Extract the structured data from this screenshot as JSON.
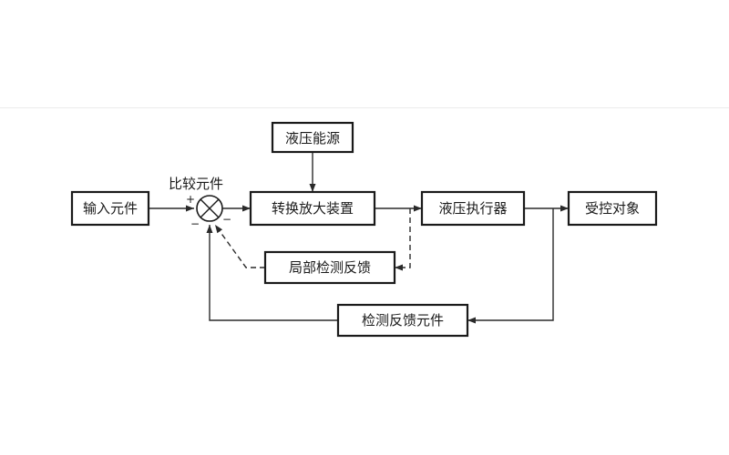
{
  "diagram": {
    "blocks": {
      "input": "输入元件",
      "converter": "转换放大装置",
      "power": "液压能源",
      "actuator": "液压执行器",
      "plant": "受控对象",
      "local_feedback": "局部检测反馈",
      "feedback": "检测反馈元件"
    },
    "comparator_label": "比较元件",
    "signs": {
      "plus": "+",
      "minus": "−"
    }
  }
}
